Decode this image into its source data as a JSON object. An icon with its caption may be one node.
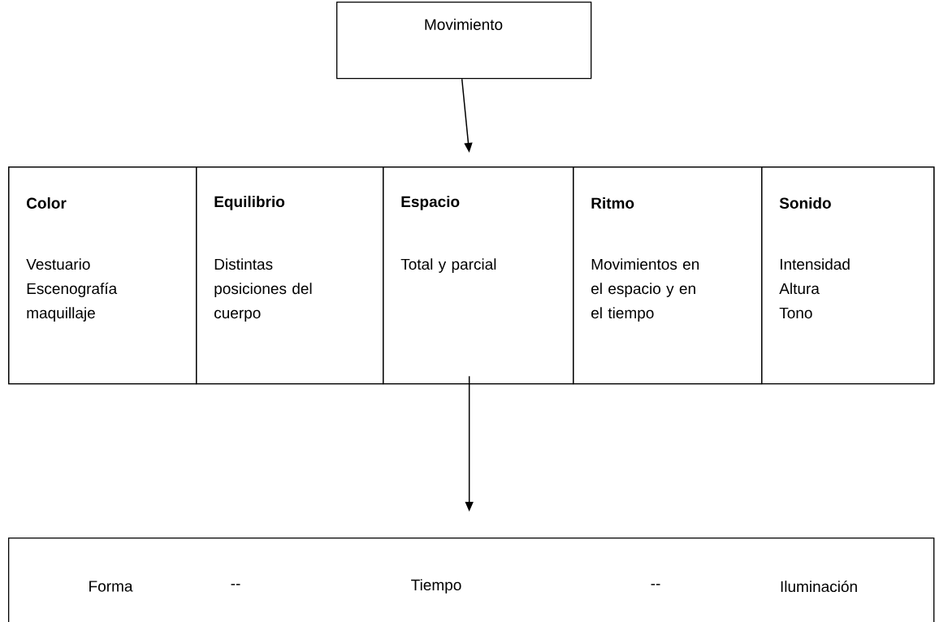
{
  "diagram": {
    "nodes": [
      {
        "text": [
          "Movimiento"
        ]
      },
      {
        "text": [],
        "shape": "box"
      },
      {
        "text": [
          "Color",
          "Vestuario Escenografía maquillaje"
        ],
        "in": 1
      },
      {
        "text": [
          "Equilibrio",
          "Distintas posiciones del cuerpo"
        ],
        "in": 1
      },
      {
        "text": [
          "Espacio",
          "Total y parcial"
        ],
        "in": 1
      },
      {
        "text": [
          "Ritmo",
          "Movimientos en el espacio y en el tiempo"
        ],
        "in": 1
      },
      {
        "text": [
          "Sonido",
          "Intensidad Altura Tono"
        ],
        "in": 1
      },
      {
        "text": [
          "Forma",
          "--",
          "Tiempo",
          "--",
          "Iluminación"
        ]
      }
    ],
    "edges": [
      {
        "from": 0,
        "to": 1,
        "arrow": "to"
      },
      {
        "from": 4,
        "to": 7,
        "arrow": "to"
      }
    ]
  }
}
